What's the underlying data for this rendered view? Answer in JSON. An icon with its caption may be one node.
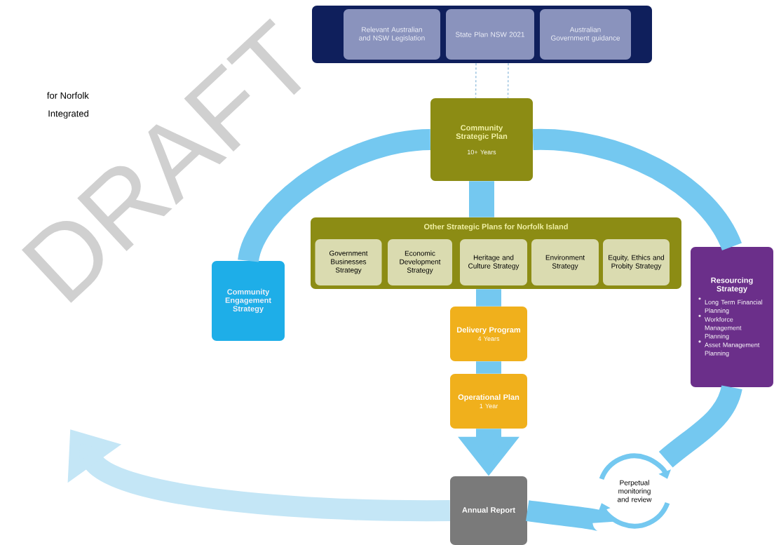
{
  "diagram": {
    "nodes": [
      {
        "text": [],
        "shape": "box"
      },
      {
        "text": [
          "Relevant Australian and NSW Legislation"
        ],
        "in": 0
      },
      {
        "text": [
          "State Plan NSW 2021"
        ],
        "in": 0
      },
      {
        "text": [
          "Australian Government guidance"
        ],
        "in": 0
      },
      {
        "text": [
          "Community Strategic Plan",
          "10+ Years"
        ]
      },
      {
        "text": [
          "Community Engagement Strategy"
        ]
      },
      {
        "text": [
          "Other Strategic Plans for Norfolk Island"
        ]
      },
      {
        "text": [
          "Government Businesses Strategy"
        ],
        "in": 6
      },
      {
        "text": [
          "Economic Development Strategy"
        ],
        "in": 6
      },
      {
        "text": [
          "Heritage and Culture Strategy"
        ],
        "in": 6
      },
      {
        "text": [
          "Environment Strategy"
        ],
        "in": 6
      },
      {
        "text": [
          "Equity, Ethics and Probity Strategy"
        ],
        "in": 6
      },
      {
        "text": [
          "Resourcing Strategy",
          "Long Term Financial Planning",
          "Workforce Management Planning",
          "Asset Management Planning"
        ]
      },
      {
        "text": [
          "Delivery Program",
          "4 Years"
        ]
      },
      {
        "text": [
          "Operational Plan",
          "1 Year"
        ]
      },
      {
        "text": [
          "Perpetual monitoring and review"
        ]
      },
      {
        "text": [
          "Annual Report"
        ]
      }
    ],
    "edges": [
      {
        "from": 0,
        "to": 4,
        "arrow": "none",
        "style": "dashed",
        "color": "#9cc3e0"
      },
      {
        "from": 0,
        "to": 4,
        "arrow": "none",
        "style": "dashed",
        "color": "#9cc3e0"
      },
      {
        "from": 4,
        "to": 6,
        "arrow": "none"
      },
      {
        "from": 6,
        "to": 13,
        "arrow": "none"
      },
      {
        "from": 13,
        "to": 14,
        "arrow": "none"
      },
      {
        "from": 14,
        "to": 16,
        "arrow": "to"
      },
      {
        "from": 5,
        "to": 4,
        "arrow": "none"
      },
      {
        "from": 4,
        "to": 12,
        "arrow": "none"
      },
      {
        "from": 12,
        "to": 15,
        "arrow": "none"
      },
      {
        "from": 15,
        "to": 16,
        "arrow": "none"
      },
      {
        "from": 16,
        "to": null,
        "arrow": "to",
        "color": "#c4e6f6"
      }
    ],
    "labels": [
      "for Norfolk",
      "Integrated",
      "DRAFT"
    ]
  }
}
